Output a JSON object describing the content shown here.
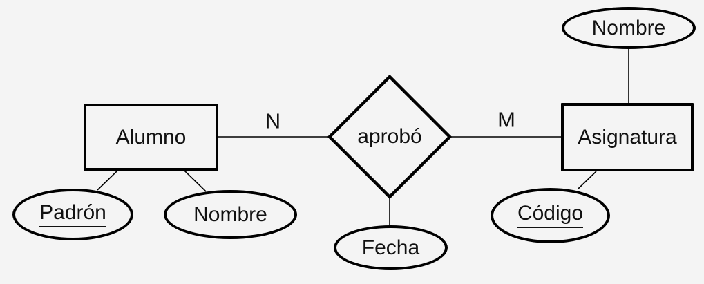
{
  "diagram": {
    "type": "entity-relationship",
    "background_color": "#f4f4f4",
    "stroke_color": "#000000",
    "entities": [
      {
        "id": "alumno",
        "label": "Alumno"
      },
      {
        "id": "asignatura",
        "label": "Asignatura"
      }
    ],
    "relationship": {
      "id": "aprobo",
      "label": "aprobó",
      "connects": [
        "alumno",
        "asignatura"
      ]
    },
    "cardinalities": [
      {
        "label": "N",
        "near": "alumno"
      },
      {
        "label": "M",
        "near": "asignatura"
      }
    ],
    "attributes": [
      {
        "id": "padron",
        "label": "Padrón",
        "owner": "alumno",
        "is_key": true
      },
      {
        "id": "nombre_alumno",
        "label": "Nombre",
        "owner": "alumno",
        "is_key": false
      },
      {
        "id": "fecha",
        "label": "Fecha",
        "owner": "aprobo",
        "is_key": false
      },
      {
        "id": "nombre_asignatura",
        "label": "Nombre",
        "owner": "asignatura",
        "is_key": false
      },
      {
        "id": "codigo",
        "label": "Código",
        "owner": "asignatura",
        "is_key": true
      }
    ]
  }
}
